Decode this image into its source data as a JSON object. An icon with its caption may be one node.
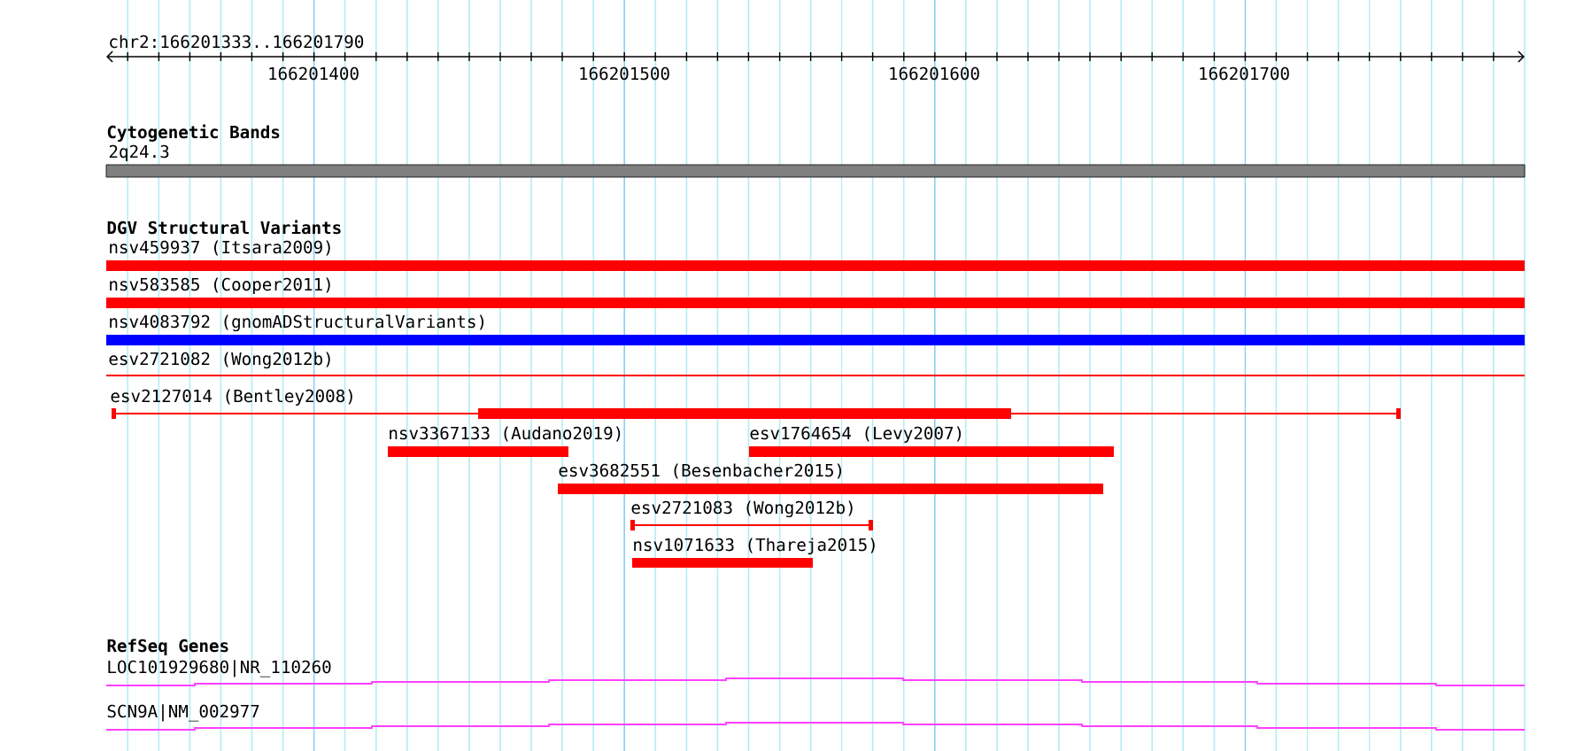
{
  "diagram": {
    "title": "chr2:166201333..166201790",
    "nodes": [
      {
        "text": [
          "2q24.3"
        ]
      },
      {
        "text": [
          "nsv459937 (Itsara2009)"
        ]
      },
      {
        "text": [
          "nsv583585 (Cooper2011)"
        ]
      },
      {
        "text": [
          "nsv4083792 (gnomADStructuralVariants)"
        ]
      },
      {
        "text": [
          "esv2721082 (Wong2012b)"
        ]
      },
      {
        "text": [
          "esv2127014 (Bentley2008)"
        ]
      },
      {
        "text": [
          "nsv3367133 (Audano2019)"
        ]
      },
      {
        "text": [
          "esv1764654 (Levy2007)"
        ]
      },
      {
        "text": [
          "esv3682551 (Besenbacher2015)"
        ]
      },
      {
        "text": [
          "esv2721083 (Wong2012b)"
        ]
      },
      {
        "text": [
          "nsv1071633 (Thareja2015)"
        ]
      },
      {
        "text": [
          "LOC101929680|NR_110260"
        ]
      },
      {
        "text": [
          "SCN9A|NM_002977"
        ]
      }
    ],
    "labels": [
      "166201400",
      "166201500",
      "166201600",
      "166201700",
      "Cytogenetic Bands",
      "DGV Structural Variants",
      "RefSeq Genes"
    ]
  }
}
